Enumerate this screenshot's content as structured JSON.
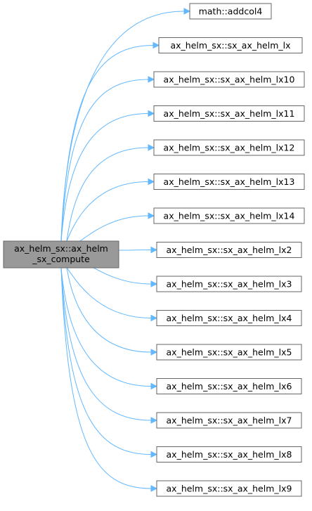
{
  "graph": {
    "source": {
      "line1": "ax_helm_sx::ax_helm",
      "line2": "_sx_compute"
    },
    "targets": [
      "math::addcol4",
      "ax_helm_sx::sx_ax_helm_lx",
      "ax_helm_sx::sx_ax_helm_lx10",
      "ax_helm_sx::sx_ax_helm_lx11",
      "ax_helm_sx::sx_ax_helm_lx12",
      "ax_helm_sx::sx_ax_helm_lx13",
      "ax_helm_sx::sx_ax_helm_lx14",
      "ax_helm_sx::sx_ax_helm_lx2",
      "ax_helm_sx::sx_ax_helm_lx3",
      "ax_helm_sx::sx_ax_helm_lx4",
      "ax_helm_sx::sx_ax_helm_lx5",
      "ax_helm_sx::sx_ax_helm_lx6",
      "ax_helm_sx::sx_ax_helm_lx7",
      "ax_helm_sx::sx_ax_helm_lx8",
      "ax_helm_sx::sx_ax_helm_lx9"
    ],
    "colors": {
      "edge": "#63b8ff",
      "source_fill": "#999999",
      "node_border": "#666666",
      "node_fill": "#ffffff"
    }
  }
}
